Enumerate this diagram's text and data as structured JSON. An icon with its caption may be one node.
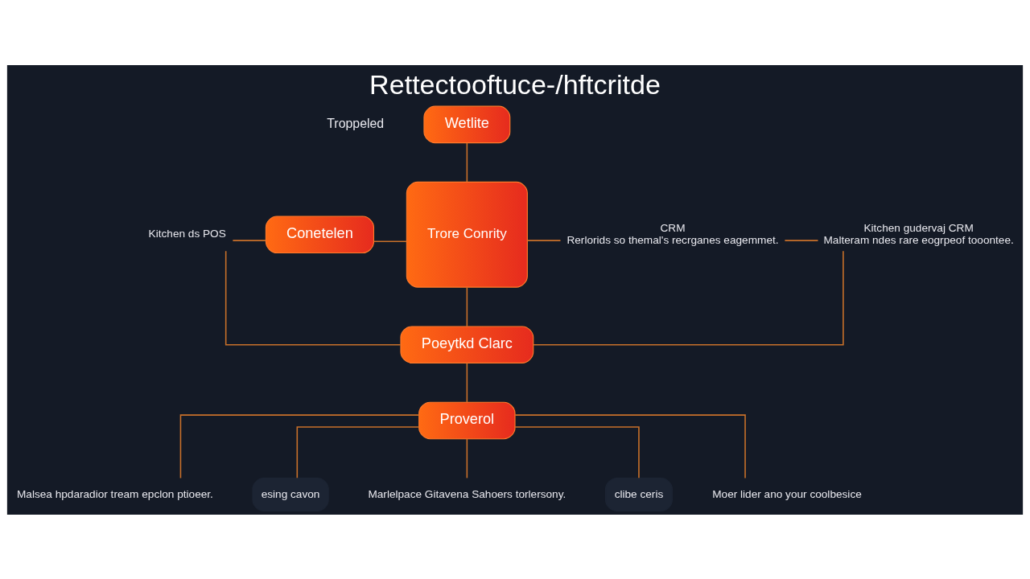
{
  "diagram": {
    "title": "Rettectooftuce-/hftcritde",
    "nodes": [
      {
        "text": [
          "Wetlite"
        ]
      },
      {
        "text": [
          "Trore Conrity"
        ]
      },
      {
        "text": [
          "Conetelen"
        ]
      },
      {
        "text": [
          "Kitchen ds POS"
        ]
      },
      {
        "text": [
          "CRM",
          "Rerlorids so themal's recrganes eagemmet."
        ]
      },
      {
        "text": [
          "Kitchen gudervaj CRM",
          "Malteram ndes rare eogrpeof tooontee."
        ]
      },
      {
        "text": [
          "Poeytkd Clarc"
        ]
      },
      {
        "text": [
          "Proverol"
        ]
      },
      {
        "text": [
          "Malsea hpdaradior tream epclon ptioeer."
        ]
      },
      {
        "text": [
          "esing cavon"
        ]
      },
      {
        "text": [
          "Marlelpace Gitavena Sahoers torlersony."
        ]
      },
      {
        "text": [
          "clibe ceris"
        ]
      },
      {
        "text": [
          "Moer lider ano your coolbesice"
        ]
      }
    ],
    "edges": [
      {
        "from": 0,
        "to": 1,
        "arrow": "none"
      },
      {
        "from": 3,
        "to": 2,
        "arrow": "none"
      },
      {
        "from": 2,
        "to": 1,
        "arrow": "none"
      },
      {
        "from": 1,
        "to": 4,
        "arrow": "none"
      },
      {
        "from": 4,
        "to": 5,
        "arrow": "none"
      },
      {
        "from": 1,
        "to": 6,
        "arrow": "none"
      },
      {
        "from": 3,
        "to": 6,
        "arrow": "none"
      },
      {
        "from": 5,
        "to": 6,
        "arrow": "none"
      },
      {
        "from": 6,
        "to": 7,
        "arrow": "none"
      },
      {
        "from": 7,
        "to": 8,
        "arrow": "none"
      },
      {
        "from": 7,
        "to": 9,
        "arrow": "none"
      },
      {
        "from": 7,
        "to": 10,
        "arrow": "none"
      },
      {
        "from": 7,
        "to": 11,
        "arrow": "none"
      },
      {
        "from": 7,
        "to": 12,
        "arrow": "none"
      }
    ],
    "labels": [
      "Troppeled"
    ]
  }
}
